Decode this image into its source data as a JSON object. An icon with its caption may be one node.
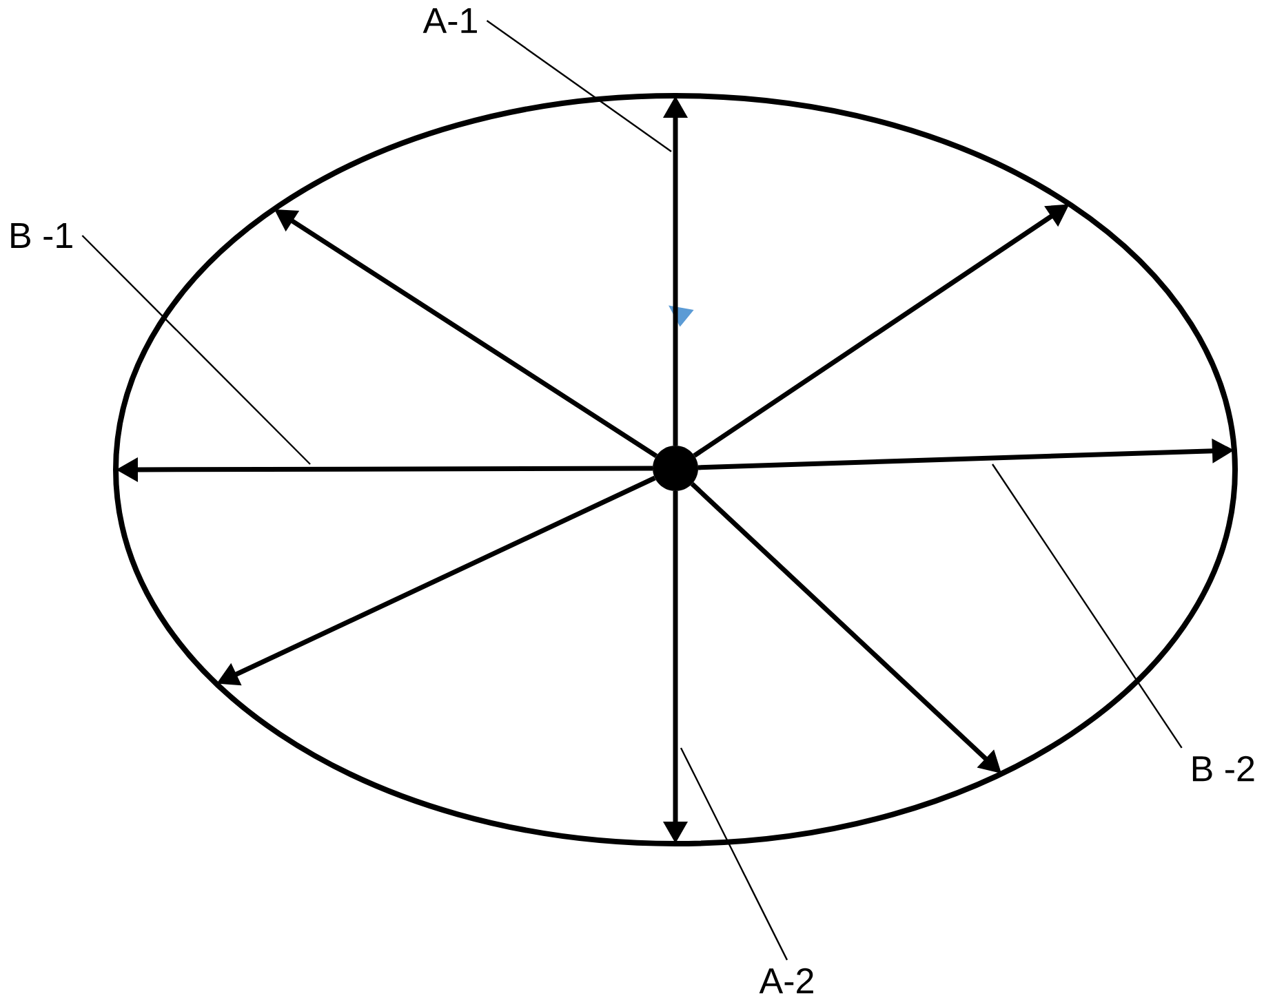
{
  "diagram": {
    "nodes": [
      {
        "text": [
          "A-1"
        ]
      },
      {
        "text": [
          "B -1"
        ]
      },
      {
        "text": [],
        "shape": "ellipse"
      },
      {
        "text": [],
        "shape": "circle",
        "in": 2
      },
      {
        "text": [
          "B -2"
        ]
      },
      {
        "text": [
          "A-2"
        ]
      }
    ],
    "edges": [
      {
        "from": 3,
        "to": 2,
        "arrow": "to"
      },
      {
        "from": 3,
        "to": 2,
        "arrow": "to"
      },
      {
        "from": 3,
        "to": 2,
        "arrow": "to"
      },
      {
        "from": 3,
        "to": 2,
        "arrow": "to"
      },
      {
        "from": 3,
        "to": 2,
        "arrow": "to"
      },
      {
        "from": 3,
        "to": 2,
        "arrow": "to"
      },
      {
        "from": 3,
        "to": 2,
        "arrow": "to"
      },
      {
        "from": 3,
        "to": 2,
        "arrow": "to"
      },
      {
        "from": 0,
        "to": null,
        "arrow": "none"
      },
      {
        "from": 1,
        "to": null,
        "arrow": "none"
      },
      {
        "from": 4,
        "to": null,
        "arrow": "none"
      },
      {
        "from": 5,
        "to": null,
        "arrow": "none"
      }
    ]
  }
}
